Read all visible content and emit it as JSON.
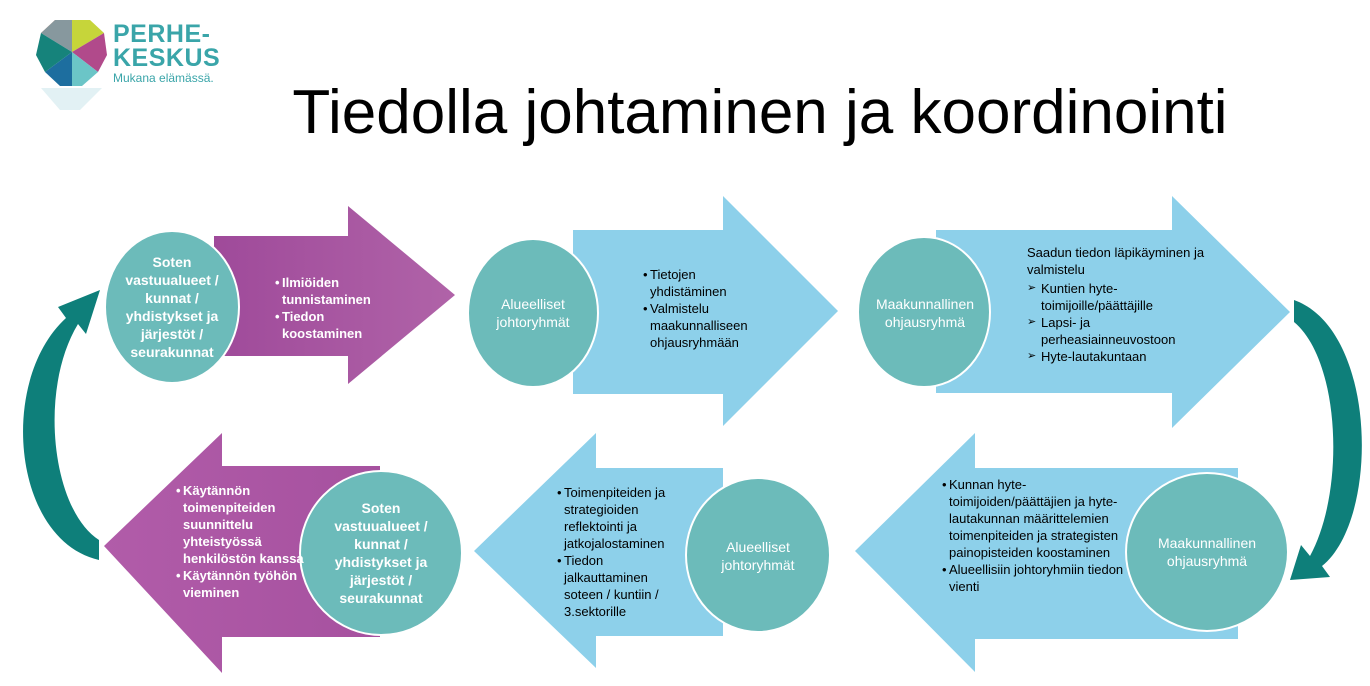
{
  "title": "Tiedolla johtaminen ja koordinointi",
  "logo": {
    "name_line1": "PERHE-",
    "name_line2": "KESKUS",
    "tagline": "Mukana elämässä."
  },
  "colors": {
    "purple": "#a6519f",
    "light_blue": "#8dd0ea",
    "teal_circle": "#6cbbba",
    "dark_teal": "#0e7f7a",
    "logo_teal": "#3aa5a9"
  },
  "top_row": [
    {
      "circle": "Soten vastuualueet / kunnat / yhdistykset ja järjestöt / seurakunnat",
      "items": [
        "Ilmiöiden tunnistaminen",
        "Tiedon koostaminen"
      ]
    },
    {
      "circle": "Alueelliset johtoryhmät",
      "items": [
        "Tietojen yhdistäminen",
        "Valmistelu maakunnalliseen ohjausryhmään"
      ]
    },
    {
      "circle": "Maakunnallinen ohjausryhmä",
      "intro": "Saadun tiedon läpikäyminen ja valmistelu",
      "items": [
        "Kuntien hyte-toimijoille/päättäjille",
        "Lapsi- ja perheasiainneuvostoon",
        "Hyte-lautakuntaan"
      ]
    }
  ],
  "bottom_row": [
    {
      "circle": "Soten vastuualueet / kunnat / yhdistykset ja järjestöt / seurakunnat",
      "items": [
        "Käytännön toimenpiteiden suunnittelu yhteistyössä henkilöstön kanssa",
        "Käytännön työhön vieminen"
      ]
    },
    {
      "circle": "Alueelliset johtoryhmät",
      "items": [
        "Toimenpiteiden ja strategioiden reflektointi ja jatkojalostaminen",
        "Tiedon jalkauttaminen soteen / kuntiin / 3.sektorille"
      ]
    },
    {
      "circle": "Maakunnallinen ohjausryhmä",
      "items": [
        "Kunnan hyte-toimijoiden/päättäjien ja hyte-lautakunnan määrittelemien toimenpiteiden ja strategisten painopisteiden koostaminen",
        "Alueellisiin johtoryhmiin tiedon vienti"
      ]
    }
  ]
}
